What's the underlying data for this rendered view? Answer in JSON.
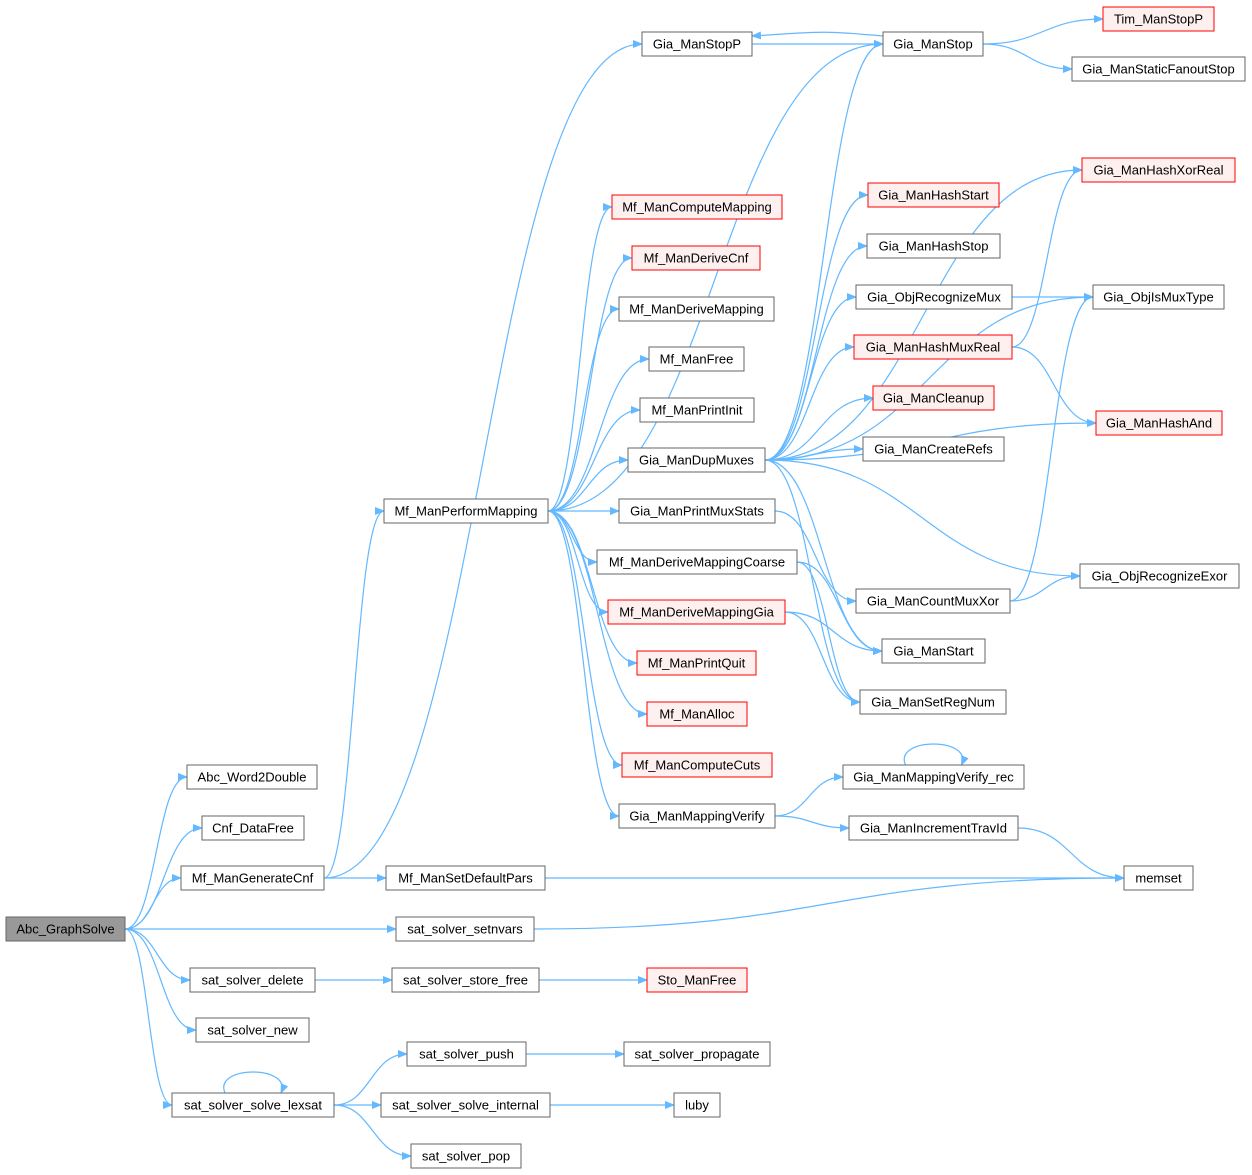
{
  "colors": {
    "edge": "#63b8ff",
    "normal_fill": "#ffffff",
    "normal_stroke": "#666666",
    "truncated_fill": "#fff0f0",
    "truncated_stroke": "#ff0000",
    "root_fill": "#999999",
    "root_stroke": "#666666"
  },
  "nodes": [
    {
      "id": "abc_graphsolve",
      "label": "Abc_GraphSolve",
      "style": "root"
    },
    {
      "id": "abc_word2double",
      "label": "Abc_Word2Double",
      "style": "normal"
    },
    {
      "id": "cnf_datafree",
      "label": "Cnf_DataFree",
      "style": "normal"
    },
    {
      "id": "mf_mangeneratecnf",
      "label": "Mf_ManGenerateCnf",
      "style": "normal"
    },
    {
      "id": "sat_solver_delete",
      "label": "sat_solver_delete",
      "style": "normal"
    },
    {
      "id": "sat_solver_new",
      "label": "sat_solver_new",
      "style": "normal"
    },
    {
      "id": "sat_solver_solve_lexsat",
      "label": "sat_solver_solve_lexsat",
      "style": "normal"
    },
    {
      "id": "mf_manperformmapping",
      "label": "Mf_ManPerformMapping",
      "style": "normal"
    },
    {
      "id": "mf_mansetdefaultpars",
      "label": "Mf_ManSetDefaultPars",
      "style": "normal"
    },
    {
      "id": "sat_solver_setnvars",
      "label": "sat_solver_setnvars",
      "style": "normal"
    },
    {
      "id": "sat_solver_store_free",
      "label": "sat_solver_store_free",
      "style": "normal"
    },
    {
      "id": "sat_solver_push",
      "label": "sat_solver_push",
      "style": "normal"
    },
    {
      "id": "sat_solver_solve_internal",
      "label": "sat_solver_solve_internal",
      "style": "normal"
    },
    {
      "id": "sat_solver_pop",
      "label": "sat_solver_pop",
      "style": "normal"
    },
    {
      "id": "gia_manstopp",
      "label": "Gia_ManStopP",
      "style": "normal"
    },
    {
      "id": "mf_mancomputemapping",
      "label": "Mf_ManComputeMapping",
      "style": "truncated"
    },
    {
      "id": "mf_manderivecnf",
      "label": "Mf_ManDeriveCnf",
      "style": "truncated"
    },
    {
      "id": "mf_manderivemapping",
      "label": "Mf_ManDeriveMapping",
      "style": "normal"
    },
    {
      "id": "mf_manfree",
      "label": "Mf_ManFree",
      "style": "normal"
    },
    {
      "id": "mf_manprintinit",
      "label": "Mf_ManPrintInit",
      "style": "normal"
    },
    {
      "id": "gia_mandupmuxes",
      "label": "Gia_ManDupMuxes",
      "style": "normal"
    },
    {
      "id": "gia_manprintmuxstats",
      "label": "Gia_ManPrintMuxStats",
      "style": "normal"
    },
    {
      "id": "mf_manderivemappingcoarse",
      "label": "Mf_ManDeriveMappingCoarse",
      "style": "normal"
    },
    {
      "id": "mf_manderivemappinggia",
      "label": "Mf_ManDeriveMappingGia",
      "style": "truncated"
    },
    {
      "id": "mf_manprintquit",
      "label": "Mf_ManPrintQuit",
      "style": "truncated"
    },
    {
      "id": "mf_manalloc",
      "label": "Mf_ManAlloc",
      "style": "truncated"
    },
    {
      "id": "mf_mancomputecuts",
      "label": "Mf_ManComputeCuts",
      "style": "truncated"
    },
    {
      "id": "gia_manmappingverify",
      "label": "Gia_ManMappingVerify",
      "style": "normal"
    },
    {
      "id": "sto_manfree",
      "label": "Sto_ManFree",
      "style": "truncated"
    },
    {
      "id": "sat_solver_propagate",
      "label": "sat_solver_propagate",
      "style": "normal"
    },
    {
      "id": "luby",
      "label": "luby",
      "style": "normal"
    },
    {
      "id": "gia_manstop",
      "label": "Gia_ManStop",
      "style": "normal"
    },
    {
      "id": "gia_manhashstart",
      "label": "Gia_ManHashStart",
      "style": "truncated"
    },
    {
      "id": "gia_manhashstop",
      "label": "Gia_ManHashStop",
      "style": "normal"
    },
    {
      "id": "gia_objrecognizemux",
      "label": "Gia_ObjRecognizeMux",
      "style": "normal"
    },
    {
      "id": "gia_manhashmuxreal",
      "label": "Gia_ManHashMuxReal",
      "style": "truncated"
    },
    {
      "id": "gia_mancleanup",
      "label": "Gia_ManCleanup",
      "style": "truncated"
    },
    {
      "id": "gia_mancreaterefs",
      "label": "Gia_ManCreateRefs",
      "style": "normal"
    },
    {
      "id": "gia_mancountmuxxor",
      "label": "Gia_ManCountMuxXor",
      "style": "normal"
    },
    {
      "id": "gia_manstart",
      "label": "Gia_ManStart",
      "style": "normal"
    },
    {
      "id": "gia_mansetregnum",
      "label": "Gia_ManSetRegNum",
      "style": "normal"
    },
    {
      "id": "gia_manmappingverify_rec",
      "label": "Gia_ManMappingVerify_rec",
      "style": "normal"
    },
    {
      "id": "gia_manincrementtravid",
      "label": "Gia_ManIncrementTravId",
      "style": "normal"
    },
    {
      "id": "tim_manstopp",
      "label": "Tim_ManStopP",
      "style": "truncated"
    },
    {
      "id": "gia_manstaticfanoutstop",
      "label": "Gia_ManStaticFanoutStop",
      "style": "normal"
    },
    {
      "id": "gia_manhashxorreal",
      "label": "Gia_ManHashXorReal",
      "style": "truncated"
    },
    {
      "id": "gia_objismuxtype",
      "label": "Gia_ObjIsMuxType",
      "style": "normal"
    },
    {
      "id": "gia_manhashand",
      "label": "Gia_ManHashAnd",
      "style": "truncated"
    },
    {
      "id": "gia_objrecognizeexor",
      "label": "Gia_ObjRecognizeExor",
      "style": "normal"
    },
    {
      "id": "memset",
      "label": "memset",
      "style": "normal"
    }
  ],
  "edges": [
    [
      "abc_graphsolve",
      "abc_word2double"
    ],
    [
      "abc_graphsolve",
      "cnf_datafree"
    ],
    [
      "abc_graphsolve",
      "mf_mangeneratecnf"
    ],
    [
      "abc_graphsolve",
      "sat_solver_setnvars"
    ],
    [
      "abc_graphsolve",
      "sat_solver_delete"
    ],
    [
      "abc_graphsolve",
      "sat_solver_new"
    ],
    [
      "abc_graphsolve",
      "sat_solver_solve_lexsat"
    ],
    [
      "mf_mangeneratecnf",
      "gia_manstopp"
    ],
    [
      "mf_mangeneratecnf",
      "mf_manperformmapping"
    ],
    [
      "mf_mangeneratecnf",
      "mf_mansetdefaultpars"
    ],
    [
      "mf_mansetdefaultpars",
      "memset"
    ],
    [
      "sat_solver_setnvars",
      "memset"
    ],
    [
      "sat_solver_delete",
      "sat_solver_store_free"
    ],
    [
      "sat_solver_store_free",
      "sto_manfree"
    ],
    [
      "sat_solver_solve_lexsat",
      "sat_solver_push"
    ],
    [
      "sat_solver_solve_lexsat",
      "sat_solver_solve_internal"
    ],
    [
      "sat_solver_solve_lexsat",
      "sat_solver_pop"
    ],
    [
      "sat_solver_solve_lexsat",
      "sat_solver_solve_lexsat"
    ],
    [
      "sat_solver_push",
      "sat_solver_propagate"
    ],
    [
      "sat_solver_solve_internal",
      "luby"
    ],
    [
      "mf_manperformmapping",
      "gia_manstop"
    ],
    [
      "mf_manperformmapping",
      "mf_mancomputemapping"
    ],
    [
      "mf_manperformmapping",
      "mf_manderivecnf"
    ],
    [
      "mf_manperformmapping",
      "mf_manderivemapping"
    ],
    [
      "mf_manperformmapping",
      "mf_manfree"
    ],
    [
      "mf_manperformmapping",
      "mf_manprintinit"
    ],
    [
      "mf_manperformmapping",
      "gia_mandupmuxes"
    ],
    [
      "mf_manperformmapping",
      "gia_manprintmuxstats"
    ],
    [
      "mf_manperformmapping",
      "mf_manderivemappingcoarse"
    ],
    [
      "mf_manperformmapping",
      "mf_manderivemappinggia"
    ],
    [
      "mf_manperformmapping",
      "mf_manprintquit"
    ],
    [
      "mf_manperformmapping",
      "mf_manalloc"
    ],
    [
      "mf_manperformmapping",
      "mf_mancomputecuts"
    ],
    [
      "mf_manperformmapping",
      "gia_manmappingverify"
    ],
    [
      "gia_manstopp",
      "gia_manstop"
    ],
    [
      "gia_manstop",
      "gia_manstopp"
    ],
    [
      "gia_manstop",
      "tim_manstopp"
    ],
    [
      "gia_manstop",
      "gia_manstaticfanoutstop"
    ],
    [
      "gia_mandupmuxes",
      "gia_manstop"
    ],
    [
      "gia_mandupmuxes",
      "gia_manhashxorreal"
    ],
    [
      "gia_mandupmuxes",
      "gia_manhashstart"
    ],
    [
      "gia_mandupmuxes",
      "gia_manhashstop"
    ],
    [
      "gia_mandupmuxes",
      "gia_objismuxtype"
    ],
    [
      "gia_mandupmuxes",
      "gia_objrecognizemux"
    ],
    [
      "gia_mandupmuxes",
      "gia_manhashmuxreal"
    ],
    [
      "gia_mandupmuxes",
      "gia_mancleanup"
    ],
    [
      "gia_mandupmuxes",
      "gia_mancreaterefs"
    ],
    [
      "gia_mandupmuxes",
      "gia_manhashand"
    ],
    [
      "gia_mandupmuxes",
      "gia_objrecognizeexor"
    ],
    [
      "gia_mandupmuxes",
      "gia_manstart"
    ],
    [
      "gia_mandupmuxes",
      "gia_mansetregnum"
    ],
    [
      "gia_objrecognizemux",
      "gia_objismuxtype"
    ],
    [
      "gia_manhashmuxreal",
      "gia_manhashxorreal"
    ],
    [
      "gia_manhashmuxreal",
      "gia_manhashand"
    ],
    [
      "gia_manprintmuxstats",
      "gia_mancountmuxxor"
    ],
    [
      "gia_mancountmuxxor",
      "gia_objismuxtype"
    ],
    [
      "gia_mancountmuxxor",
      "gia_objrecognizeexor"
    ],
    [
      "mf_manderivemappingcoarse",
      "gia_manstart"
    ],
    [
      "mf_manderivemappingcoarse",
      "gia_mansetregnum"
    ],
    [
      "mf_manderivemappinggia",
      "gia_manstart"
    ],
    [
      "mf_manderivemappinggia",
      "gia_mansetregnum"
    ],
    [
      "gia_manmappingverify",
      "gia_manmappingverify_rec"
    ],
    [
      "gia_manmappingverify",
      "gia_manincrementtravid"
    ],
    [
      "gia_manmappingverify_rec",
      "gia_manmappingverify_rec"
    ],
    [
      "gia_manincrementtravid",
      "memset"
    ]
  ]
}
